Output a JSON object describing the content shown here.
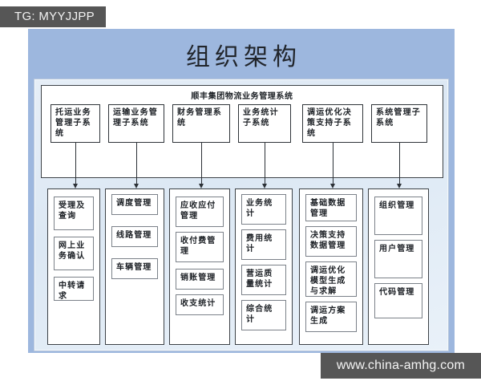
{
  "overlay": {
    "tg_label": "TG: MYYJJPP",
    "site_watermark": "www.china-amhg.com"
  },
  "slide": {
    "title": "组织架构",
    "panel_title": "顺丰集团物流业务管理系统",
    "colors": {
      "slide_background": "#9db7de",
      "panel_background": "#ffffff",
      "frame_background": "#e4ecf6",
      "box_border": "#6f767d",
      "watermark_background": "#565656"
    }
  },
  "diagram": {
    "subsystems": [
      {
        "label": "托运业务管理子系统",
        "children": [
          "受理及查询",
          "网上业务确认",
          "中转请求"
        ]
      },
      {
        "label": "运输业务管理子系统",
        "children": [
          "调度管理",
          "线路管理",
          "车辆管理"
        ]
      },
      {
        "label": "财务管理系统",
        "children": [
          "应收应付管理",
          "收付费管理",
          "销账管理",
          "收支统计"
        ]
      },
      {
        "label": "业务统计子系统",
        "children": [
          "业务统计",
          "费用统计",
          "营运质量统计",
          "综合统计"
        ]
      },
      {
        "label": "调运优化决策支持子系统",
        "children": [
          "基础数据管理",
          "决策支持数据管理",
          "调运优化模型生成与求解",
          "调运方案生成"
        ]
      },
      {
        "label": "系统管理子系统",
        "children": [
          "组织管理",
          "用户管理",
          "代码管理"
        ]
      }
    ]
  }
}
